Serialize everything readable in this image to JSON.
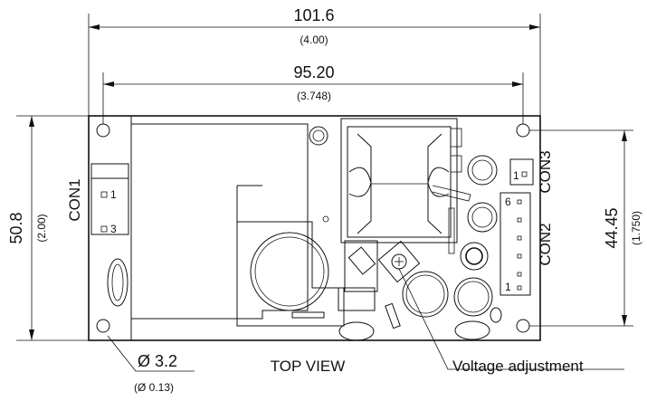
{
  "dimensions": {
    "overall_width": {
      "value": "101.6",
      "inch": "(4.00)"
    },
    "hole_spacing_x": {
      "value": "95.20",
      "inch": "(3.748)"
    },
    "overall_height": {
      "value": "50.8",
      "inch": "(2.00)"
    },
    "hole_spacing_y": {
      "value": "44.45",
      "inch": "(1.750)"
    },
    "hole_diameter": {
      "value": "Ø 3.2",
      "inch": "(Ø 0.13)"
    }
  },
  "connectors": {
    "con1": {
      "label": "CON1",
      "pin_first": "1",
      "pin_last": "3"
    },
    "con2": {
      "label": "CON2",
      "pin_first": "6",
      "pin_last": "1"
    },
    "con3": {
      "label": "CON3",
      "pin_first": "1"
    }
  },
  "labels": {
    "view": "TOP VIEW",
    "voltage_adjustment": "Voltage adjustment"
  }
}
